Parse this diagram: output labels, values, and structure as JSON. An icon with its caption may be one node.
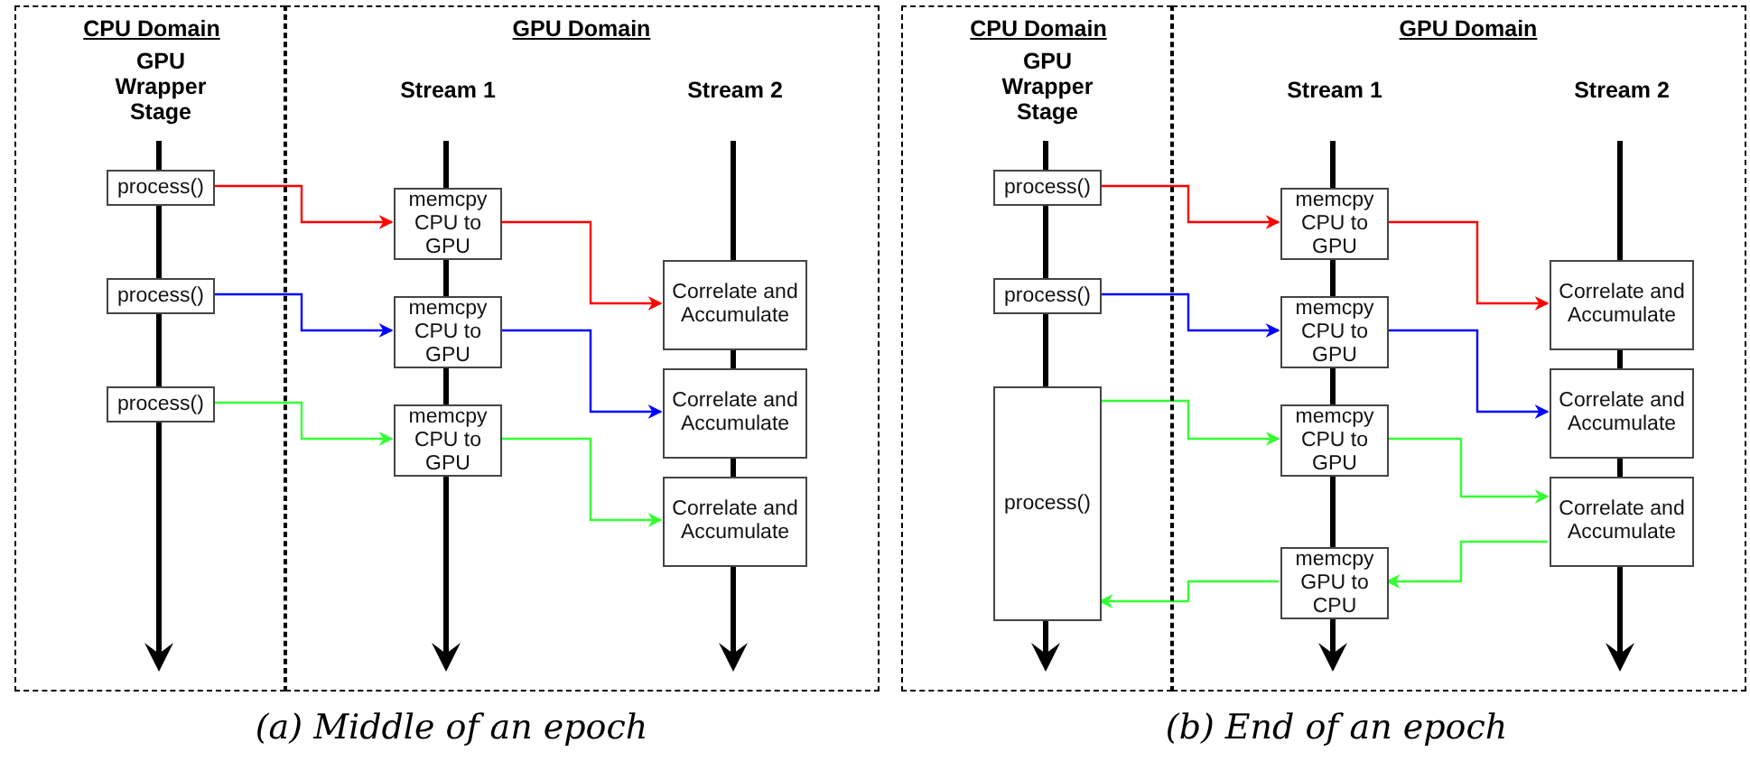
{
  "diagram": {
    "nodes": [
      {
        "text": [
          "CPU Domain",
          "GPU Wrapper Stage"
        ]
      },
      {
        "text": [
          "GPU Domain",
          "Stream 1",
          "Stream 2"
        ]
      },
      {
        "text": [
          "process()"
        ],
        "in": 0
      },
      {
        "text": [
          "process()"
        ],
        "in": 0
      },
      {
        "text": [
          "process()"
        ],
        "in": 0
      },
      {
        "text": [
          "memcpy CPU to GPU"
        ],
        "in": 1
      },
      {
        "text": [
          "memcpy CPU to GPU"
        ],
        "in": 1
      },
      {
        "text": [
          "memcpy CPU to GPU"
        ],
        "in": 1
      },
      {
        "text": [
          "Correlate and Accumulate"
        ],
        "in": 1
      },
      {
        "text": [
          "Correlate and Accumulate"
        ],
        "in": 1
      },
      {
        "text": [
          "Correlate and Accumulate"
        ],
        "in": 1
      },
      {
        "text": [
          "CPU Domain",
          "GPU Wrapper Stage"
        ]
      },
      {
        "text": [
          "GPU Domain",
          "Stream 1",
          "Stream 2"
        ]
      },
      {
        "text": [
          "process()"
        ],
        "in": 11
      },
      {
        "text": [
          "process()"
        ],
        "in": 11
      },
      {
        "text": [
          "process()"
        ],
        "in": 11
      },
      {
        "text": [
          "memcpy CPU to GPU"
        ],
        "in": 12
      },
      {
        "text": [
          "memcpy CPU to GPU"
        ],
        "in": 12
      },
      {
        "text": [
          "memcpy CPU to GPU"
        ],
        "in": 12
      },
      {
        "text": [
          "memcpy GPU to CPU"
        ],
        "in": 12
      },
      {
        "text": [
          "Correlate and Accumulate"
        ],
        "in": 12
      },
      {
        "text": [
          "Correlate and Accumulate"
        ],
        "in": 12
      },
      {
        "text": [
          "Correlate and Accumulate"
        ],
        "in": 12
      }
    ],
    "edges": [
      {
        "from": 2,
        "to": 5,
        "arrow": "to",
        "color": "#ff0000"
      },
      {
        "from": 5,
        "to": 8,
        "arrow": "to",
        "color": "#ff0000"
      },
      {
        "from": 3,
        "to": 6,
        "arrow": "to",
        "color": "#0000ff"
      },
      {
        "from": 6,
        "to": 9,
        "arrow": "to",
        "color": "#0000ff"
      },
      {
        "from": 4,
        "to": 7,
        "arrow": "to",
        "color": "#33ff33"
      },
      {
        "from": 7,
        "to": 10,
        "arrow": "to",
        "color": "#33ff33"
      },
      {
        "from": 13,
        "to": 16,
        "arrow": "to",
        "color": "#ff0000"
      },
      {
        "from": 16,
        "to": 20,
        "arrow": "to",
        "color": "#ff0000"
      },
      {
        "from": 14,
        "to": 17,
        "arrow": "to",
        "color": "#0000ff"
      },
      {
        "from": 17,
        "to": 21,
        "arrow": "to",
        "color": "#0000ff"
      },
      {
        "from": 15,
        "to": 18,
        "arrow": "to",
        "color": "#33ff33"
      },
      {
        "from": 18,
        "to": 22,
        "arrow": "to",
        "color": "#33ff33"
      },
      {
        "from": 22,
        "to": 19,
        "arrow": "to",
        "color": "#33ff33"
      },
      {
        "from": 19,
        "to": 15,
        "arrow": "to",
        "color": "#33ff33"
      }
    ],
    "labels": [
      "(a) Middle of an epoch",
      "(b) End of an epoch"
    ]
  }
}
